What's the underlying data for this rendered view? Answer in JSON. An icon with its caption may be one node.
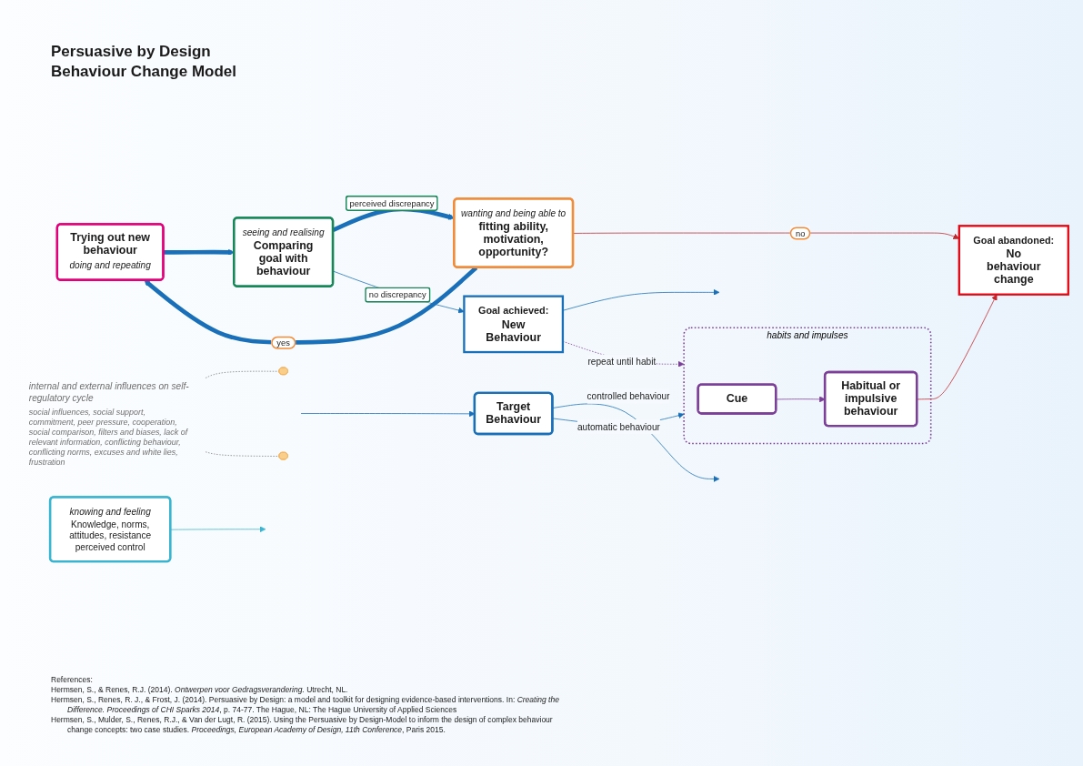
{
  "diagram": {
    "title": "Persuasive by Design Behaviour Change Model",
    "nodes": [
      {
        "text": [
          "knowing and feeling",
          "Knowledge, norms, attitudes, resistance perceived control"
        ]
      },
      {
        "text": [
          "seeing and realising",
          "Comparing goal with behaviour"
        ]
      },
      {
        "text": [
          "internal and external influences on self-regulatory cycle",
          "social influences, social support, commitment, peer pressure, cooperation, social comparison, filters and biases, lack of relevant information, conflicting behaviour, conflicting norms, excuses and white lies, frustration"
        ]
      },
      {
        "text": [
          "Trying out new behaviour",
          "doing and repeating"
        ]
      },
      {
        "text": [
          "wanting and being able to",
          "fitting ability, motivation, opportunity?"
        ]
      },
      {
        "text": [
          "Target Behaviour"
        ]
      },
      {
        "text": [
          "habits and impulses"
        ]
      },
      {
        "text": [
          "Cue"
        ],
        "in": 6
      },
      {
        "text": [
          "Habitual or impulsive behaviour"
        ],
        "in": 6
      },
      {
        "text": [
          "Goal abandoned:",
          "No behaviour change"
        ]
      },
      {
        "text": [
          "Goal achieved:",
          "New Behaviour"
        ]
      },
      {
        "text": [],
        "shape": "band"
      },
      {
        "text": [],
        "shape": "band"
      }
    ],
    "edges": [
      {
        "from": null,
        "to": 5,
        "arrow": "to"
      },
      {
        "from": 5,
        "to": null,
        "arrow": "to",
        "label": "controlled behaviour"
      },
      {
        "from": 5,
        "to": 6,
        "arrow": "to",
        "label": "automatic behaviour"
      },
      {
        "from": 0,
        "to": null,
        "arrow": "to",
        "color": "#3bb5d0"
      },
      {
        "from": 3,
        "to": 1,
        "arrow": "to",
        "style": "thick"
      },
      {
        "from": 1,
        "to": 4,
        "arrow": "to",
        "style": "thick",
        "label": "perceived discrepancy"
      },
      {
        "from": 4,
        "to": 3,
        "arrow": "to",
        "style": "thick",
        "label": "yes"
      },
      {
        "from": 1,
        "to": 10,
        "arrow": "to",
        "label": "no discrepancy"
      },
      {
        "from": 4,
        "to": 9,
        "arrow": "to",
        "label": "no",
        "color": "#c1272d"
      },
      {
        "from": 7,
        "to": 8,
        "arrow": "to",
        "color": "#7b3f98"
      },
      {
        "from": 8,
        "to": 9,
        "arrow": "to",
        "color": "#c1272d"
      },
      {
        "from": 10,
        "to": 6,
        "arrow": "to",
        "style": "dashed",
        "label": "repeat until habit",
        "color": "#7b3f98"
      },
      {
        "from": 10,
        "to": null,
        "arrow": "to"
      },
      {
        "from": 2,
        "to": 11,
        "arrow": "none",
        "style": "dashed",
        "color": "#808080"
      },
      {
        "from": 2,
        "to": 12,
        "arrow": "none",
        "style": "dashed",
        "color": "#808080"
      }
    ],
    "labels": [
      "References:",
      "Hermsen, S., & Renes, R.J. (2014). *Ontwerpen voor Gedragsverandering.* Utrecht, NL.",
      "Hermsen, S., Renes, R. J., & Frost, J. (2014). Persuasive by Design: a model and toolkit for designing evidence-based interventions. In: *Creating the Difference. Proceedings of CHI Sparks 2014*, p. 74-77. The Hague, NL: The Hague University of Applied Sciences",
      "Hermsen, S., Mulder, S., Renes, R.J., & Van der Lugt, R. (2015). Using the Persuasive by Design-Model to inform the design of complex behaviour change concepts: two case studies. *Proceedings, European Academy of Design, 11th Conference*, Paris 2015."
    ]
  }
}
